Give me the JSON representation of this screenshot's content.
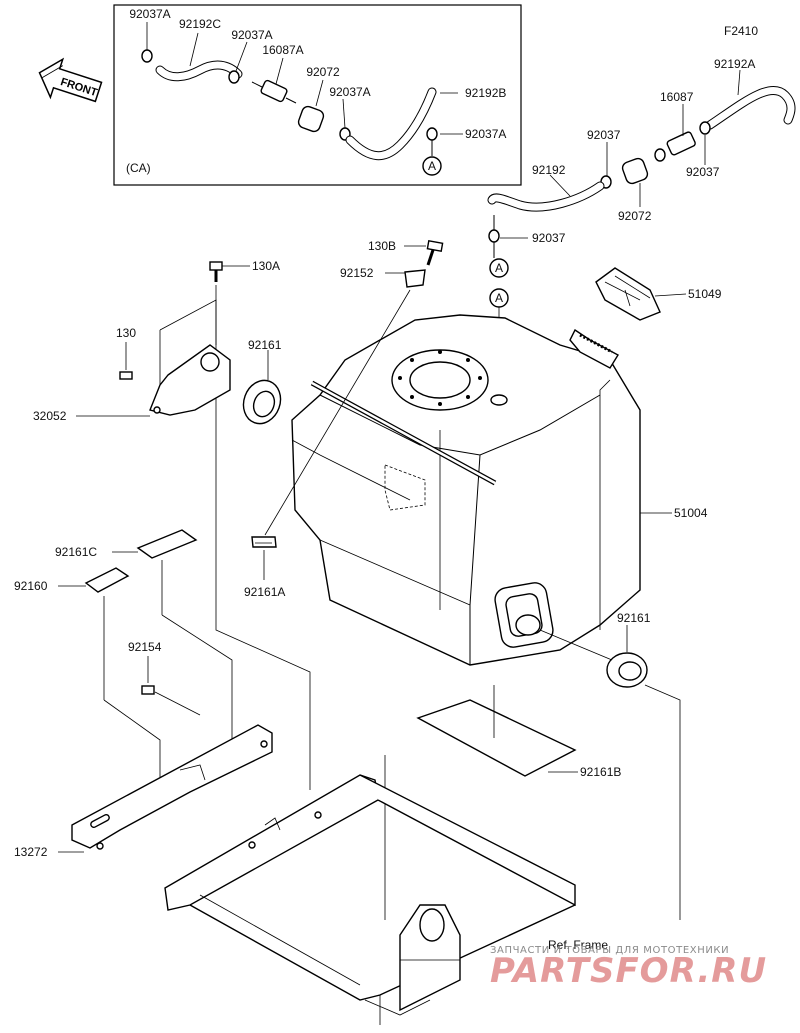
{
  "figure_code": "F2410",
  "inset_label": "(CA)",
  "front_label": "FRONT",
  "circle_marker": "A",
  "ref_frame_label": "Ref. Frame",
  "watermark_top": "ЗАПЧАСТИ И ТОВАРЫ ДЛЯ МОТОТЕХНИКИ",
  "watermark_logo": "PARTSFOR.RU",
  "inset_parts": {
    "p92037A_1": "92037A",
    "p92192C": "92192C",
    "p92037A_2": "92037A",
    "p16087A": "16087A",
    "p92072": "92072",
    "p92037A_3": "92037A",
    "p92192B": "92192B",
    "p92037A_4": "92037A"
  },
  "parts": {
    "p92192A": "92192A",
    "p16087": "16087",
    "p92037_a": "92037",
    "p92037_b": "92037",
    "p92192": "92192",
    "p92072": "92072",
    "p92037_c": "92037",
    "p130B": "130B",
    "p92152": "92152",
    "p130A": "130A",
    "p51049": "51049",
    "p130": "130",
    "p92161_a": "92161",
    "p32052": "32052",
    "p51004": "51004",
    "p92161C": "92161C",
    "p92161A": "92161A",
    "p92160": "92160",
    "p92161_b": "92161",
    "p92154": "92154",
    "p92161B": "92161B",
    "p13272": "13272"
  }
}
